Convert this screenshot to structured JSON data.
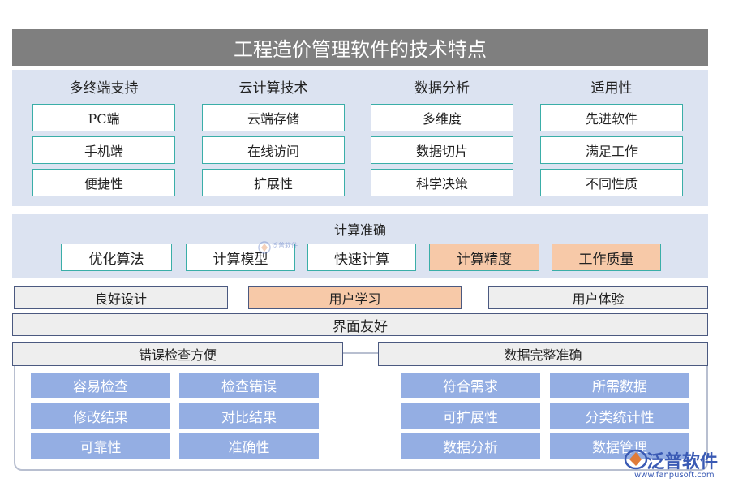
{
  "title": "工程造价管理软件的技术特点",
  "features": {
    "columns": [
      {
        "heading": "多终端支持",
        "items": [
          "PC端",
          "手机端",
          "便捷性"
        ]
      },
      {
        "heading": "云计算技术",
        "items": [
          "云端存储",
          "在线访问",
          "扩展性"
        ]
      },
      {
        "heading": "数据分析",
        "items": [
          "多维度",
          "数据切片",
          "科学决策"
        ]
      },
      {
        "heading": "适用性",
        "items": [
          "先进软件",
          "满足工作",
          "不同性质"
        ]
      }
    ]
  },
  "accuracy": {
    "heading": "计算准确",
    "items": [
      "优化算法",
      "计算模型",
      "快速计算",
      "计算精度",
      "工作质量"
    ]
  },
  "user_experience": {
    "items": [
      "良好设计",
      "用户学习",
      "用户体验"
    ],
    "interface": "界面友好"
  },
  "categories": [
    {
      "heading": "错误检查方便",
      "items": [
        "容易检查",
        "检查错误",
        "修改结果",
        "对比结果",
        "可靠性",
        "准确性"
      ]
    },
    {
      "heading": "数据完整准确",
      "items": [
        "符合需求",
        "所需数据",
        "可扩展性",
        "分类统计性",
        "数据分析",
        "数据管理"
      ]
    }
  ],
  "logo": {
    "name": "泛普软件",
    "url": "www.fanpusoft.com",
    "watermark": "泛普软件"
  },
  "colors": {
    "header": "#7f7f7f",
    "panel": "#dce3f1",
    "highlight": "#f7c9a8",
    "blue_box": "#94aee3",
    "teal_border": "#3aaea8"
  }
}
